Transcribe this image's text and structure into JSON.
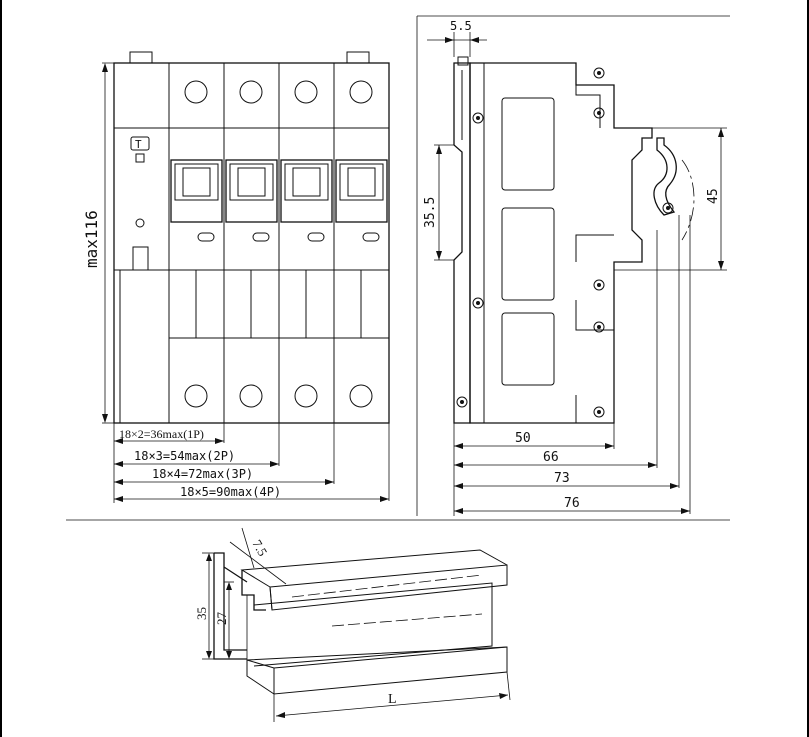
{
  "front_view": {
    "height_label": "max116",
    "width_labels": [
      "18×2=36max(1P)",
      "18×3=54max(2P)",
      "18×4=72max(3P)",
      "18×5=90max(4P)"
    ]
  },
  "side_view": {
    "top_label": "5.5",
    "left_label": "35.5",
    "right_label": "45",
    "bottom_labels": [
      "50",
      "66",
      "73",
      "76"
    ]
  },
  "rail_view": {
    "top_label": "7.5",
    "outer_height_label": "35",
    "inner_height_label": "27",
    "length_label": "L"
  }
}
